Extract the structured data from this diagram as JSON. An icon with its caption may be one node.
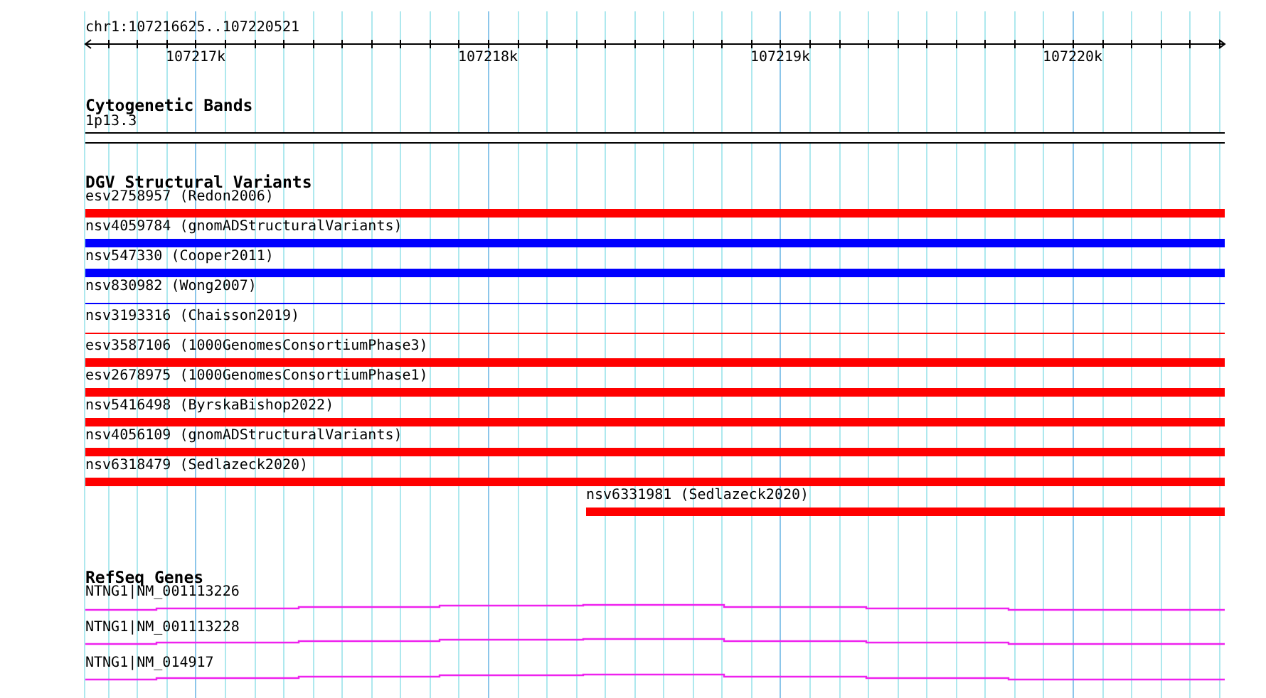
{
  "diagram": {
    "title": "chr1:107216625..107220521",
    "nodes": [
      {
        "text": [
          "1p13.3"
        ]
      },
      {
        "text": [
          "esv2758957 (Redon2006)"
        ]
      },
      {
        "text": [
          "nsv4059784 (gnomADStructuralVariants)"
        ]
      },
      {
        "text": [
          "nsv547330 (Cooper2011)"
        ]
      },
      {
        "text": [
          "nsv830982 (Wong2007)"
        ]
      },
      {
        "text": [
          "nsv3193316 (Chaisson2019)"
        ]
      },
      {
        "text": [
          "esv3587106 (1000GenomesConsortiumPhase3)"
        ]
      },
      {
        "text": [
          "esv2678975 (1000GenomesConsortiumPhase1)"
        ]
      },
      {
        "text": [
          "nsv5416498 (ByrskaBishop2022)"
        ]
      },
      {
        "text": [
          "nsv4056109 (gnomADStructuralVariants)"
        ]
      },
      {
        "text": [
          "nsv6318479 (Sedlazeck2020)"
        ]
      },
      {
        "text": [
          "nsv6331981 (Sedlazeck2020)"
        ]
      },
      {
        "text": [
          "NTNG1|NM_001113226"
        ]
      },
      {
        "text": [
          "NTNG1|NM_001113228"
        ]
      },
      {
        "text": [
          "NTNG1|NM_014917"
        ]
      }
    ],
    "labels": [
      "107217k",
      "107218k",
      "107219k",
      "107220k",
      "Cytogenetic Bands",
      "DGV Structural Variants",
      "RefSeq Genes"
    ]
  }
}
